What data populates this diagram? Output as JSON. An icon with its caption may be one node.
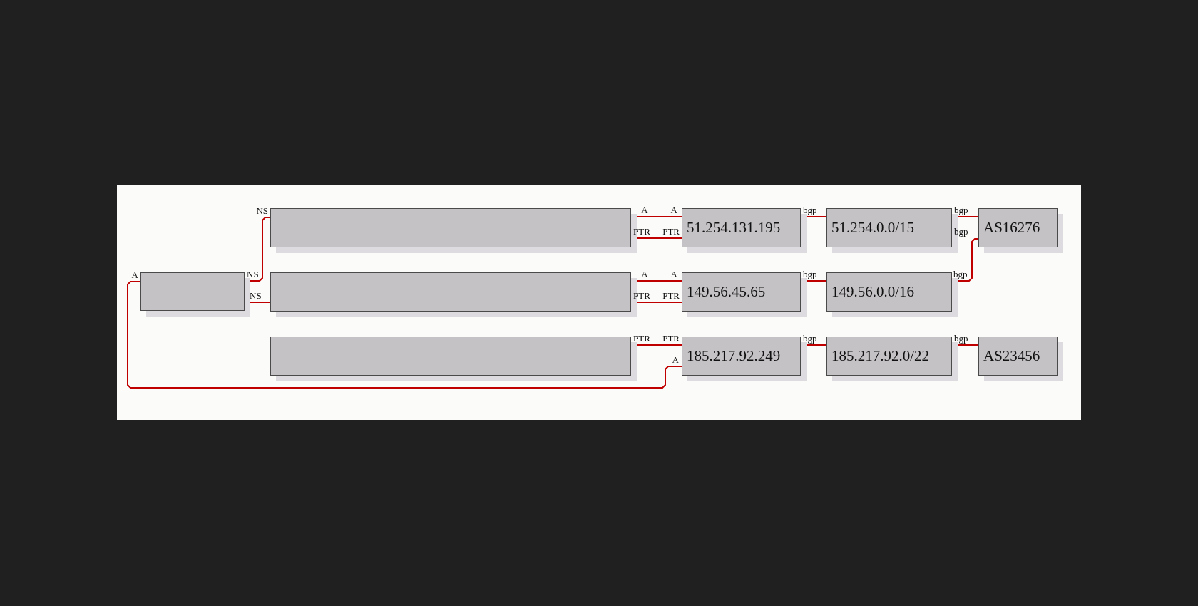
{
  "diagram": {
    "nodes": [
      {
        "text": [],
        "shape": "box"
      },
      {
        "text": [],
        "shape": "box"
      },
      {
        "text": [],
        "shape": "box"
      },
      {
        "text": [],
        "shape": "box"
      },
      {
        "text": [
          "51.254.131.195"
        ]
      },
      {
        "text": [
          "149.56.45.65"
        ]
      },
      {
        "text": [
          "185.217.92.249"
        ]
      },
      {
        "text": [
          "51.254.0.0/15"
        ]
      },
      {
        "text": [
          "149.56.0.0/16"
        ]
      },
      {
        "text": [
          "185.217.92.0/22"
        ]
      },
      {
        "text": [
          "AS16276"
        ]
      },
      {
        "text": [
          "AS23456"
        ]
      }
    ],
    "edges": [
      {
        "from": 0,
        "to": 1,
        "arrow": "none",
        "label": "NS"
      },
      {
        "from": 0,
        "to": 2,
        "arrow": "none",
        "label": "NS"
      },
      {
        "from": 0,
        "to": 6,
        "arrow": "none",
        "label": "A"
      },
      {
        "from": 1,
        "to": 4,
        "arrow": "none",
        "label": "A"
      },
      {
        "from": 1,
        "to": 4,
        "arrow": "none",
        "label": "PTR"
      },
      {
        "from": 2,
        "to": 5,
        "arrow": "none",
        "label": "A"
      },
      {
        "from": 2,
        "to": 5,
        "arrow": "none",
        "label": "PTR"
      },
      {
        "from": 3,
        "to": 6,
        "arrow": "none",
        "label": "PTR"
      },
      {
        "from": 4,
        "to": 7,
        "arrow": "none",
        "label": "bgp"
      },
      {
        "from": 5,
        "to": 8,
        "arrow": "none",
        "label": "bgp"
      },
      {
        "from": 6,
        "to": 9,
        "arrow": "none",
        "label": "bgp"
      },
      {
        "from": 7,
        "to": 10,
        "arrow": "none",
        "label": "bgp"
      },
      {
        "from": 8,
        "to": 10,
        "arrow": "none",
        "label": "bgp"
      },
      {
        "from": 9,
        "to": 11,
        "arrow": "none",
        "label": "bgp"
      }
    ],
    "labels": [
      "NS",
      "A",
      "A",
      "PTR",
      "A",
      "PTR",
      "PTR",
      "bgp"
    ]
  }
}
